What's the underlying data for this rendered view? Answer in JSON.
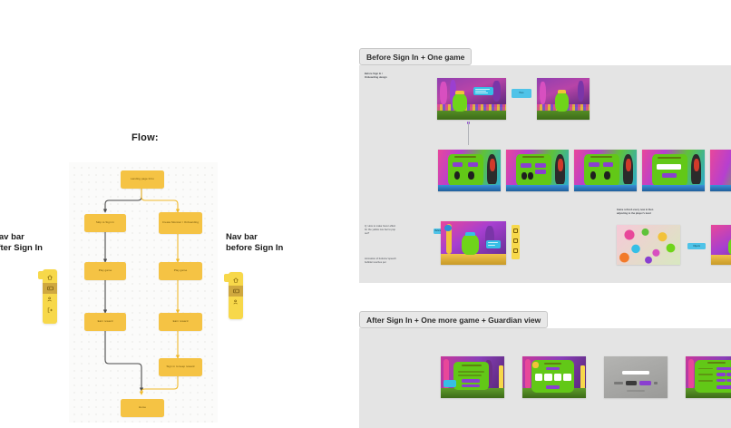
{
  "flow": {
    "title": "Flow:",
    "nodes": [
      {
        "id": "landing",
        "label": "Landing page Intro"
      },
      {
        "id": "skip",
        "label": "Skip to Sign In"
      },
      {
        "id": "create",
        "label": "Create Monster / Onboarding"
      },
      {
        "id": "play_left",
        "label": "Play game"
      },
      {
        "id": "play_right",
        "label": "Play game"
      },
      {
        "id": "earn_left",
        "label": "Earn reward"
      },
      {
        "id": "earn_right",
        "label": "Earn reward"
      },
      {
        "id": "signkeep",
        "label": "Sign in to keep reward"
      },
      {
        "id": "home",
        "label": "Home"
      }
    ],
    "edge_colors": {
      "dark": "#4a4a4a",
      "yellow": "#f0b92a"
    }
  },
  "navbars": {
    "after": {
      "label": "Nav bar\nafter Sign In",
      "items": [
        {
          "icon": "home-icon",
          "active": false
        },
        {
          "icon": "gallery-icon",
          "active": true
        },
        {
          "icon": "profile-icon",
          "active": false
        },
        {
          "icon": "logout-icon",
          "active": false
        }
      ]
    },
    "before": {
      "label": "Nav bar\nbefore Sign In",
      "items": [
        {
          "icon": "home-icon",
          "active": false
        },
        {
          "icon": "gallery-icon",
          "active": true
        },
        {
          "icon": "profile-icon",
          "active": false
        }
      ]
    }
  },
  "panels": [
    {
      "id": "panel-before-signin",
      "tag": "Before Sign In + One game",
      "heading": "Before Sign In /\nOnboarding design",
      "notes": [
        "Q: How to make hover effect\nfor the yellow nav bar to pop\nout?",
        "Animation of buttons/ speech\nbubble/ touches per",
        "Game refresh every now & then\nadjusting to the player's level"
      ],
      "chips": [
        "Here",
        "Before yours",
        "Objects"
      ]
    },
    {
      "id": "panel-after-signin",
      "tag": "After Sign In + One more game + Guardian view"
    }
  ],
  "colors": {
    "node_yellow": "#f5c344",
    "nav_yellow": "#f7d84a",
    "nav_active": "#cfa83f",
    "panel_bg": "#e4e4e4",
    "tag_bg": "#e8e8e8",
    "edge_dark": "#4a4a4a",
    "edge_yellow": "#f0b92a",
    "monster_green": "#6fd51a",
    "accent_purple": "#8a3fd0",
    "accent_cyan": "#36bfe6"
  }
}
